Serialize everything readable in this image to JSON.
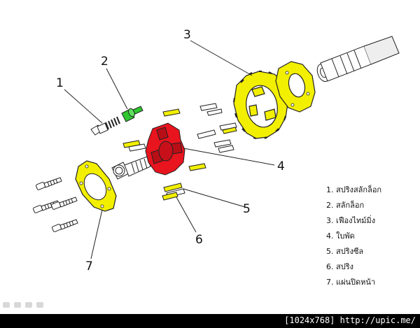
{
  "callouts": [
    "1",
    "2",
    "3",
    "4",
    "5",
    "6",
    "7"
  ],
  "legend": [
    "1. สปริงสลักล็อก",
    "2. สลักล็อก",
    "3. เฟืองไทม์มิ่ง",
    "4. ใบพัด",
    "5. สปริงซีล",
    "6. สปริง",
    "7. แผ่นปิดหน้า"
  ],
  "footer_text": "[1024x768] http://upic.me/",
  "colors": {
    "highlight_yellow": "#f2ef00",
    "highlight_green": "#2ec82e",
    "highlight_red": "#e8141e",
    "line": "#222222",
    "frame": "#000000"
  }
}
